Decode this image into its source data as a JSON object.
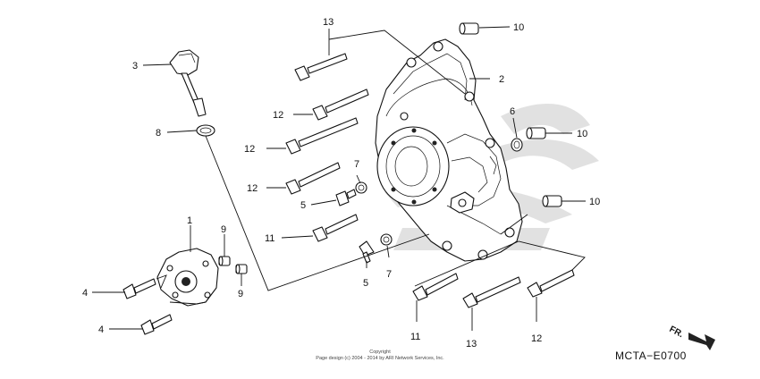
{
  "diagram": {
    "code": "MCTA−E0700",
    "direction_label": "FR.",
    "copyright_line1": "Copyright",
    "copyright_line2": "Page design (c) 2004 - 2014 by ARI Network Services, Inc.",
    "callouts": {
      "c1": "1",
      "c2": "2",
      "c3": "3",
      "c4a": "4",
      "c4b": "4",
      "c5a": "5",
      "c5b": "5",
      "c6": "6",
      "c7a": "7",
      "c7b": "7",
      "c8": "8",
      "c9a": "9",
      "c9b": "9",
      "c10a": "10",
      "c10b": "10",
      "c10c": "10",
      "c11a": "11",
      "c11b": "11",
      "c12a": "12",
      "c12b": "12",
      "c12c": "12",
      "c12d": "12",
      "c13a": "13",
      "c13b": "13"
    }
  }
}
